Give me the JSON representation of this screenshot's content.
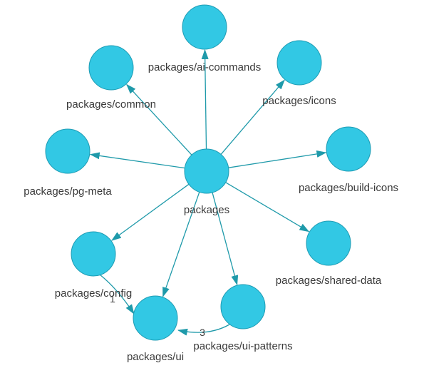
{
  "nodes": [
    {
      "id": "packages",
      "label": "packages"
    },
    {
      "id": "ai-commands",
      "label": "packages/ai-commands"
    },
    {
      "id": "common",
      "label": "packages/common"
    },
    {
      "id": "icons",
      "label": "packages/icons"
    },
    {
      "id": "pg-meta",
      "label": "packages/pg-meta"
    },
    {
      "id": "build-icons",
      "label": "packages/build-icons"
    },
    {
      "id": "config",
      "label": "packages/config"
    },
    {
      "id": "shared-data",
      "label": "packages/shared-data"
    },
    {
      "id": "ui-patterns",
      "label": "packages/ui-patterns"
    },
    {
      "id": "ui",
      "label": "packages/ui"
    }
  ],
  "edges": [
    {
      "from": "packages",
      "to": "ai-commands",
      "label": ""
    },
    {
      "from": "packages",
      "to": "common",
      "label": ""
    },
    {
      "from": "packages",
      "to": "icons",
      "label": ""
    },
    {
      "from": "packages",
      "to": "pg-meta",
      "label": ""
    },
    {
      "from": "packages",
      "to": "build-icons",
      "label": ""
    },
    {
      "from": "packages",
      "to": "config",
      "label": ""
    },
    {
      "from": "packages",
      "to": "shared-data",
      "label": ""
    },
    {
      "from": "packages",
      "to": "ui-patterns",
      "label": ""
    },
    {
      "from": "packages",
      "to": "ui",
      "label": ""
    },
    {
      "from": "config",
      "to": "ui",
      "label": "1"
    },
    {
      "from": "ui-patterns",
      "to": "ui",
      "label": "3"
    }
  ],
  "colors": {
    "node_fill": "#32c8e4",
    "node_stroke": "#1d9bb3",
    "edge": "#1f9aaa",
    "text": "#3a3a3a"
  }
}
